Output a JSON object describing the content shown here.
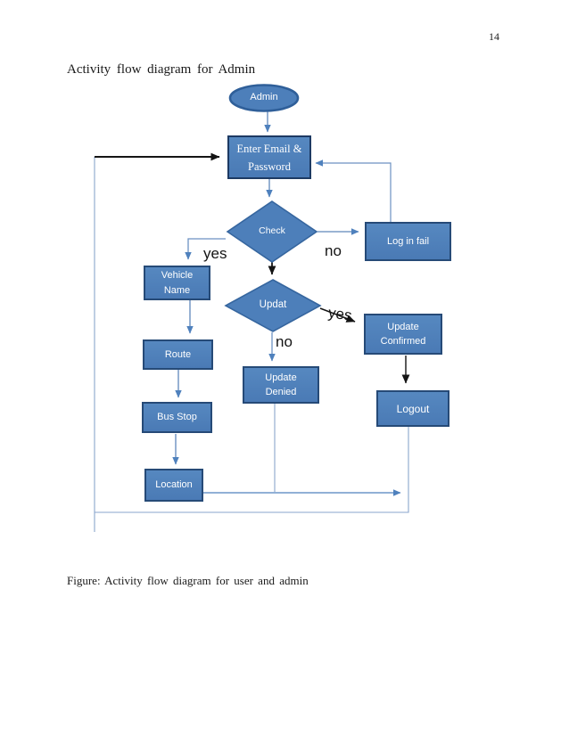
{
  "page": {
    "number": "14",
    "title": "Activity flow diagram for Admin",
    "caption": "Figure: Activity flow diagram for user and admin"
  },
  "colors": {
    "node_fill": "#4d7fba",
    "node_border": "#264a77",
    "blue_connector": "#5f87bb",
    "light_connector": "#8aa5cc",
    "black_connector": "#1a1a1a",
    "node_text": "#ffffff"
  },
  "flowchart": {
    "nodes": {
      "admin": {
        "label": "Admin",
        "shape": "ellipse"
      },
      "enter_credentials": {
        "line1": "Enter Email &",
        "line2": "Password",
        "shape": "rect"
      },
      "check": {
        "label": "Check",
        "shape": "decision"
      },
      "log_in_fail": {
        "label": "Log in fail",
        "shape": "rect"
      },
      "vehicle_name": {
        "line1": "Vehicle",
        "line2": "Name",
        "shape": "rect"
      },
      "updat": {
        "label": "Updat",
        "shape": "decision"
      },
      "update_confirmed": {
        "line1": "Update",
        "line2": "Confirmed",
        "shape": "rect"
      },
      "route": {
        "label": "Route",
        "shape": "rect"
      },
      "update_denied": {
        "line1": "Update",
        "line2": "Denied",
        "shape": "rect"
      },
      "bus_stop": {
        "label": "Bus Stop",
        "shape": "rect"
      },
      "logout": {
        "label": "Logout",
        "shape": "rect"
      },
      "location": {
        "label": "Location",
        "shape": "rect"
      }
    },
    "edge_labels": {
      "check_yes": "yes",
      "check_no": "no",
      "updat_yes": "yes",
      "updat_no": "no"
    }
  }
}
